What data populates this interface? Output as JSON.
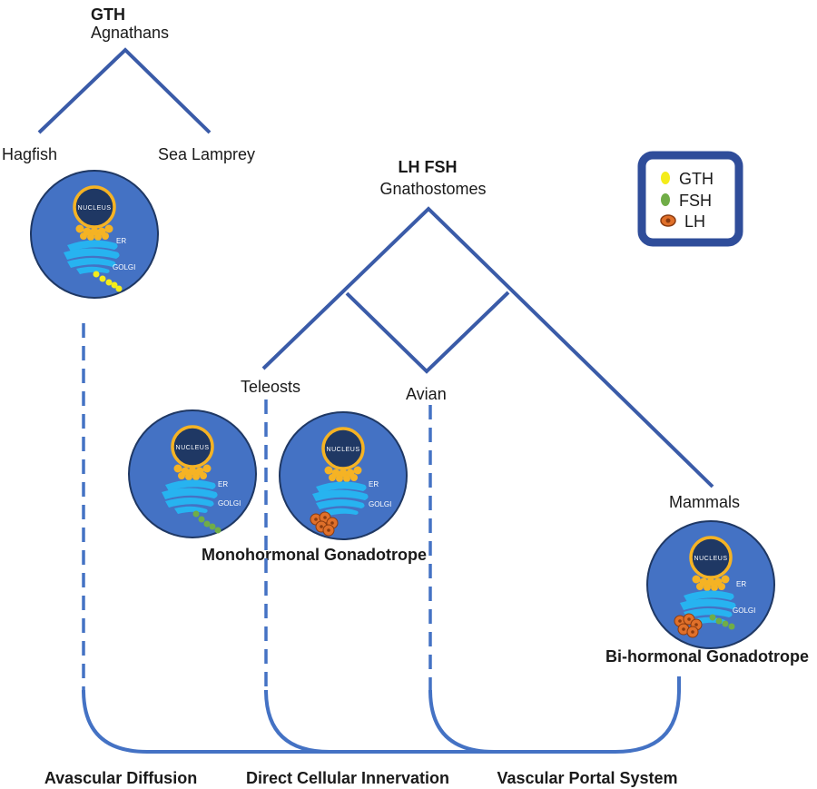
{
  "root": {
    "hormone": "GTH",
    "group": "Agnathans",
    "children": [
      "Hagfish",
      "Sea Lamprey"
    ]
  },
  "gnathostomes": {
    "hormone": "LH FSH",
    "group": "Gnathostomes",
    "children": [
      "Teleosts",
      "Avian",
      "Mammals"
    ]
  },
  "legend": {
    "items": [
      {
        "label": "GTH",
        "color": "#f4ec1a"
      },
      {
        "label": "FSH",
        "color": "#70ad47"
      },
      {
        "label": "LH",
        "color": "#e0702a"
      }
    ]
  },
  "cell": {
    "nucleus": "NUCLEUS",
    "er": "ER",
    "golgi": "GOLGI"
  },
  "captions": {
    "mono": "Monohormonal Gonadotrope",
    "bi": "Bi-hormonal Gonadotrope"
  },
  "bottom": [
    "Avascular Diffusion",
    "Direct Cellular Innervation",
    "Vascular Portal System"
  ],
  "colors": {
    "tree": "#3a5ba8",
    "cell": "#4472c4",
    "nucleus": "#1f3864",
    "nucleus_ring": "#f5b324",
    "er": "#f5b324",
    "golgi": "#27b3f0"
  }
}
